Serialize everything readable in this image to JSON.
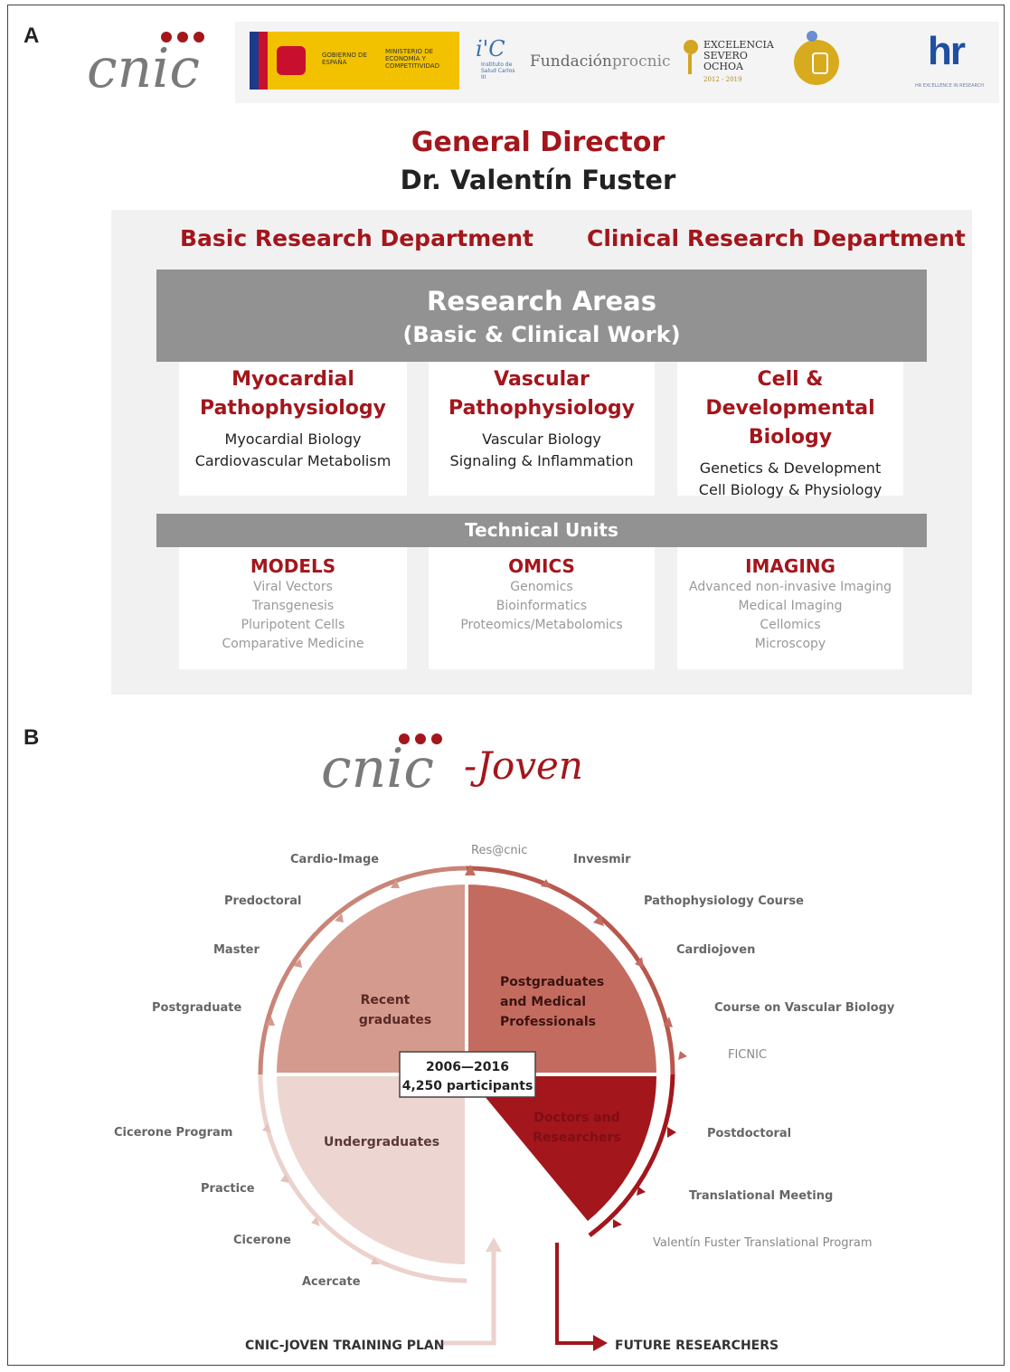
{
  "panel_a": {
    "letter": "A",
    "logos": {
      "cnic": "cnic",
      "gobierno": "GOBIERNO DE ESPAÑA",
      "ministerio": "MINISTERIO DE ECONOMÍA Y COMPETITIVIDAD",
      "isciii": "Instituto de Salud Carlos III",
      "fundacion": "Fundación",
      "fundacion_suffix": "procnic",
      "excelencia_lines": [
        "EXCELENCIA",
        "SEVERO",
        "OCHOA",
        "2012 - 2019"
      ],
      "hr": "hr",
      "hr_sub": "HR EXCELLENCE IN RESEARCH"
    },
    "director_title": "General Director",
    "director_name": "Dr. Valentín Fuster",
    "departments": [
      "Basic Research Department",
      "Clinical Research Department"
    ],
    "research_areas_title": "Research Areas",
    "research_areas_subtitle": "(Basic & Clinical Work)",
    "areas": [
      {
        "title_lines": [
          "Myocardial",
          "Pathophysiology"
        ],
        "subs": [
          "Myocardial Biology",
          "Cardiovascular Metabolism"
        ]
      },
      {
        "title_lines": [
          "Vascular",
          "Pathophysiology"
        ],
        "subs": [
          "Vascular Biology",
          "Signaling & Inflammation"
        ]
      },
      {
        "title_lines": [
          "Cell & Developmental",
          "Biology"
        ],
        "subs": [
          "Genetics & Development",
          "Cell Biology & Physiology"
        ]
      }
    ],
    "technical_units_title": "Technical Units",
    "units": [
      {
        "title": "MODELS",
        "items": [
          "Viral Vectors",
          "Transgenesis",
          "Pluripotent Cells",
          "Comparative Medicine"
        ]
      },
      {
        "title": "OMICS",
        "items": [
          "Genomics",
          "Bioinformatics",
          "Proteomics/Metabolomics"
        ]
      },
      {
        "title": "IMAGING",
        "items": [
          "Advanced non-invasive Imaging",
          "Medical Imaging",
          "Cellomics",
          "Microscopy"
        ]
      }
    ]
  },
  "panel_b": {
    "letter": "B",
    "logo_main": "cnic",
    "logo_script": "-Joven",
    "quadrants": {
      "recent": [
        "Recent",
        "graduates"
      ],
      "postgrad": [
        "Postgraduates",
        "and Medical",
        "Professionals"
      ],
      "doctors": [
        "Doctors and",
        "Researchers"
      ],
      "undergrad": [
        "Undergraduates"
      ]
    },
    "center_box": [
      "2006—2016",
      "4,250 participants"
    ],
    "programs_left": [
      "Cardio-Image",
      "Predoctoral",
      "Master",
      "Postgraduate",
      "Cicerone Program",
      "Practice",
      "Cicerone",
      "Acercate"
    ],
    "programs_right": [
      "Res@cnic",
      "Invesmir",
      "Pathophysiology Course",
      "Cardiojoven",
      "Course on Vascular Biology",
      "FICNIC",
      "Postdoctoral",
      "Translational Meeting",
      "Valentín Fuster Translational Program"
    ],
    "footer_left": "CNIC-JOVEN TRAINING PLAN",
    "footer_right": "FUTURE RESEARCHERS"
  },
  "colors": {
    "brand_red": "#a3161c",
    "recent_fill": "#d59a8e",
    "postgrad_fill": "#c46b60",
    "undergrad_fill": "#edd6d1",
    "gray_bar": "#929292"
  }
}
